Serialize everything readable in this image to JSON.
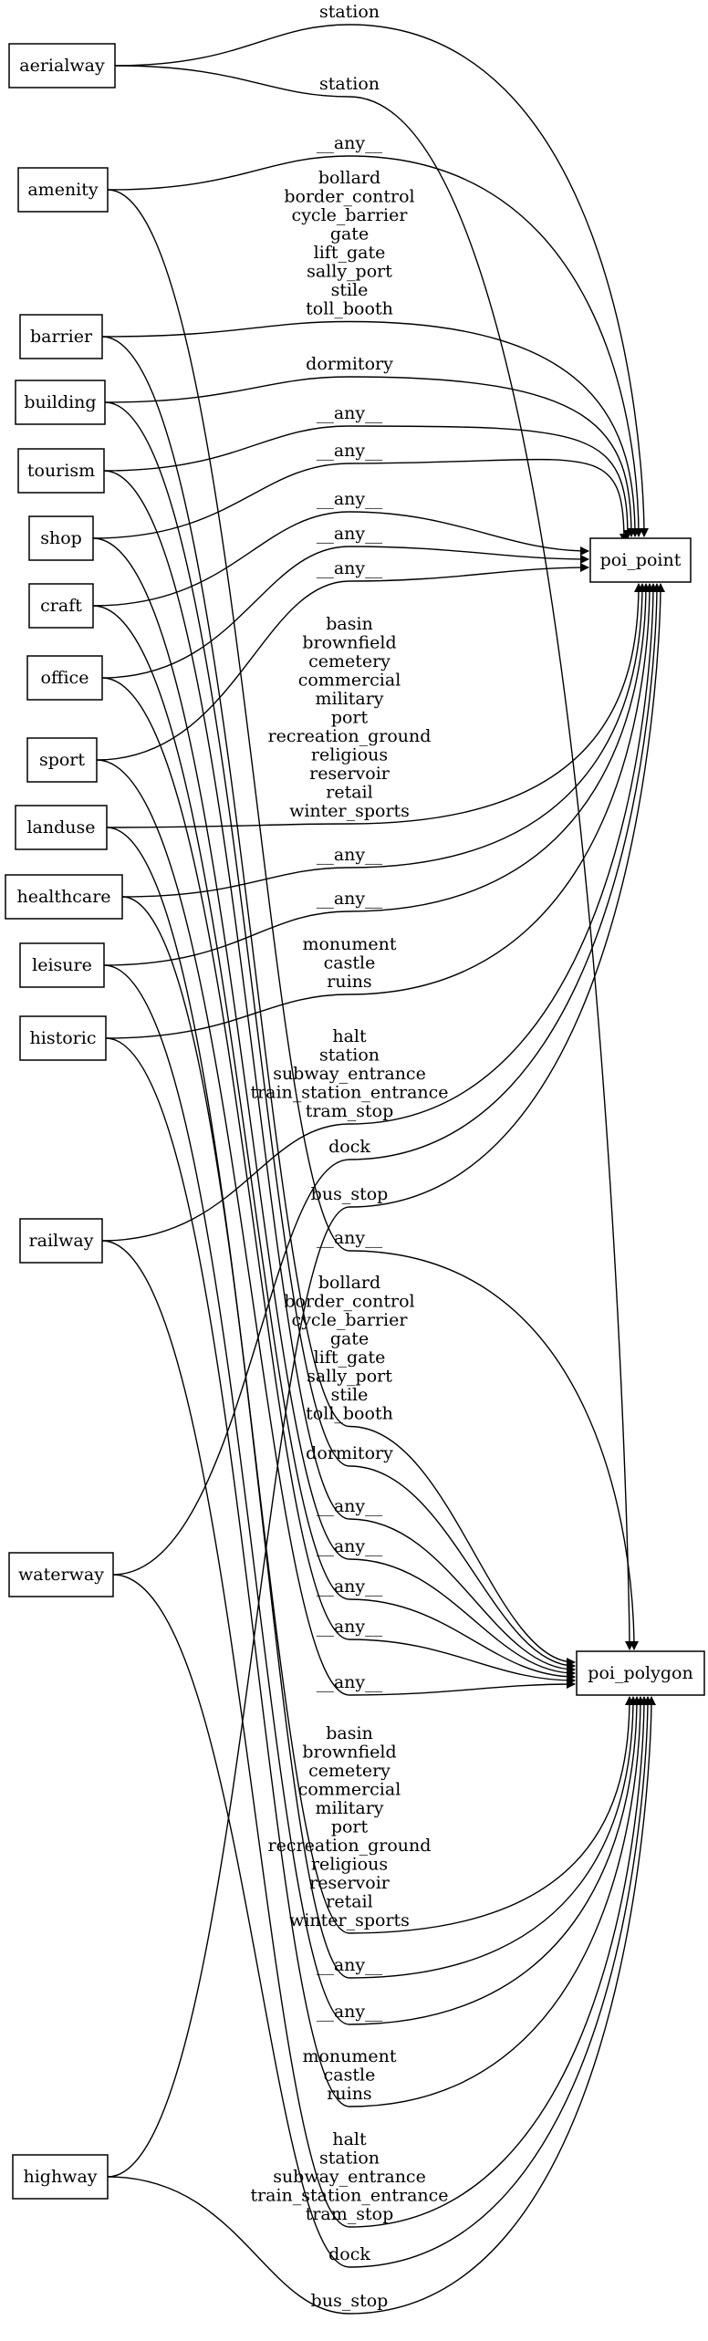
{
  "nodes": {
    "aerialway": "aerialway",
    "amenity": "amenity",
    "barrier": "barrier",
    "building": "building",
    "tourism": "tourism",
    "shop": "shop",
    "craft": "craft",
    "office": "office",
    "sport": "sport",
    "landuse": "landuse",
    "healthcare": "healthcare",
    "leisure": "leisure",
    "historic": "historic",
    "railway": "railway",
    "waterway": "waterway",
    "highway": "highway",
    "poi_point": "poi_point",
    "poi_polygon": "poi_polygon"
  },
  "edge_labels": {
    "aerialway_point": [
      "station"
    ],
    "aerialway_polygon": [
      "station"
    ],
    "amenity_point": [
      "__any__"
    ],
    "barrier_point": [
      "bollard",
      "border_control",
      "cycle_barrier",
      "gate",
      "lift_gate",
      "sally_port",
      "stile",
      "toll_booth"
    ],
    "building_point": [
      "dormitory"
    ],
    "tourism_point": [
      "__any__"
    ],
    "shop_point": [
      "__any__"
    ],
    "craft_point": [
      "__any__"
    ],
    "office_point": [
      "__any__"
    ],
    "sport_point": [
      "__any__"
    ],
    "landuse_point": [
      "basin",
      "brownfield",
      "cemetery",
      "commercial",
      "military",
      "port",
      "recreation_ground",
      "religious",
      "reservoir",
      "retail",
      "winter_sports"
    ],
    "healthcare_point": [
      "__any__"
    ],
    "leisure_point": [
      "__any__"
    ],
    "historic_point": [
      "monument",
      "castle",
      "ruins"
    ],
    "railway_point": [
      "halt",
      "station",
      "subway_entrance",
      "train_station_entrance",
      "tram_stop"
    ],
    "waterway_point": [
      "dock"
    ],
    "highway_point": [
      "bus_stop"
    ],
    "amenity_polygon": [
      "__any__"
    ],
    "barrier_polygon": [
      "bollard",
      "border_control",
      "cycle_barrier",
      "gate",
      "lift_gate",
      "sally_port",
      "stile",
      "toll_booth"
    ],
    "building_polygon": [
      "dormitory"
    ],
    "tourism_polygon": [
      "__any__"
    ],
    "shop_polygon": [
      "__any__"
    ],
    "craft_polygon": [
      "__any__"
    ],
    "office_polygon": [
      "__any__"
    ],
    "sport_polygon": [
      "__any__"
    ],
    "landuse_polygon": [
      "basin",
      "brownfield",
      "cemetery",
      "commercial",
      "military",
      "port",
      "recreation_ground",
      "religious",
      "reservoir",
      "retail",
      "winter_sports"
    ],
    "healthcare_polygon": [
      "__any__"
    ],
    "leisure_polygon": [
      "__any__"
    ],
    "historic_polygon": [
      "monument",
      "castle",
      "ruins"
    ],
    "railway_polygon": [
      "halt",
      "station",
      "subway_entrance",
      "train_station_entrance",
      "tram_stop"
    ],
    "waterway_polygon": [
      "dock"
    ],
    "highway_polygon": [
      "bus_stop"
    ]
  }
}
